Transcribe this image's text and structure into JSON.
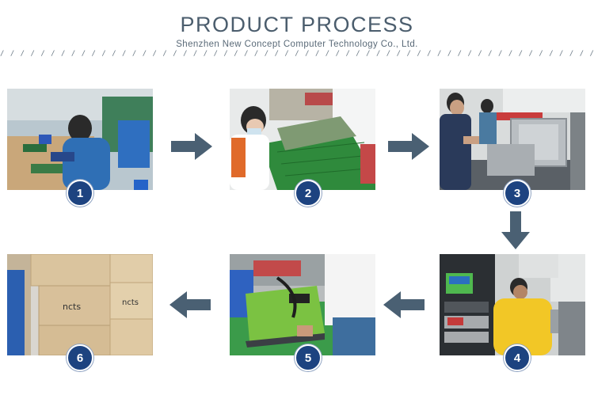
{
  "header": {
    "title": "PRODUCT PROCESS",
    "subtitle": "Shenzhen New Concept Computer Technology Co., Ltd."
  },
  "colors": {
    "title": "#4b5d6d",
    "badge": "#1d4380",
    "arrow": "#4a6073"
  },
  "steps": [
    {
      "number": "1"
    },
    {
      "number": "2"
    },
    {
      "number": "3"
    },
    {
      "number": "4"
    },
    {
      "number": "5"
    },
    {
      "number": "6"
    }
  ],
  "box_labels": {
    "brand": "ncts"
  }
}
